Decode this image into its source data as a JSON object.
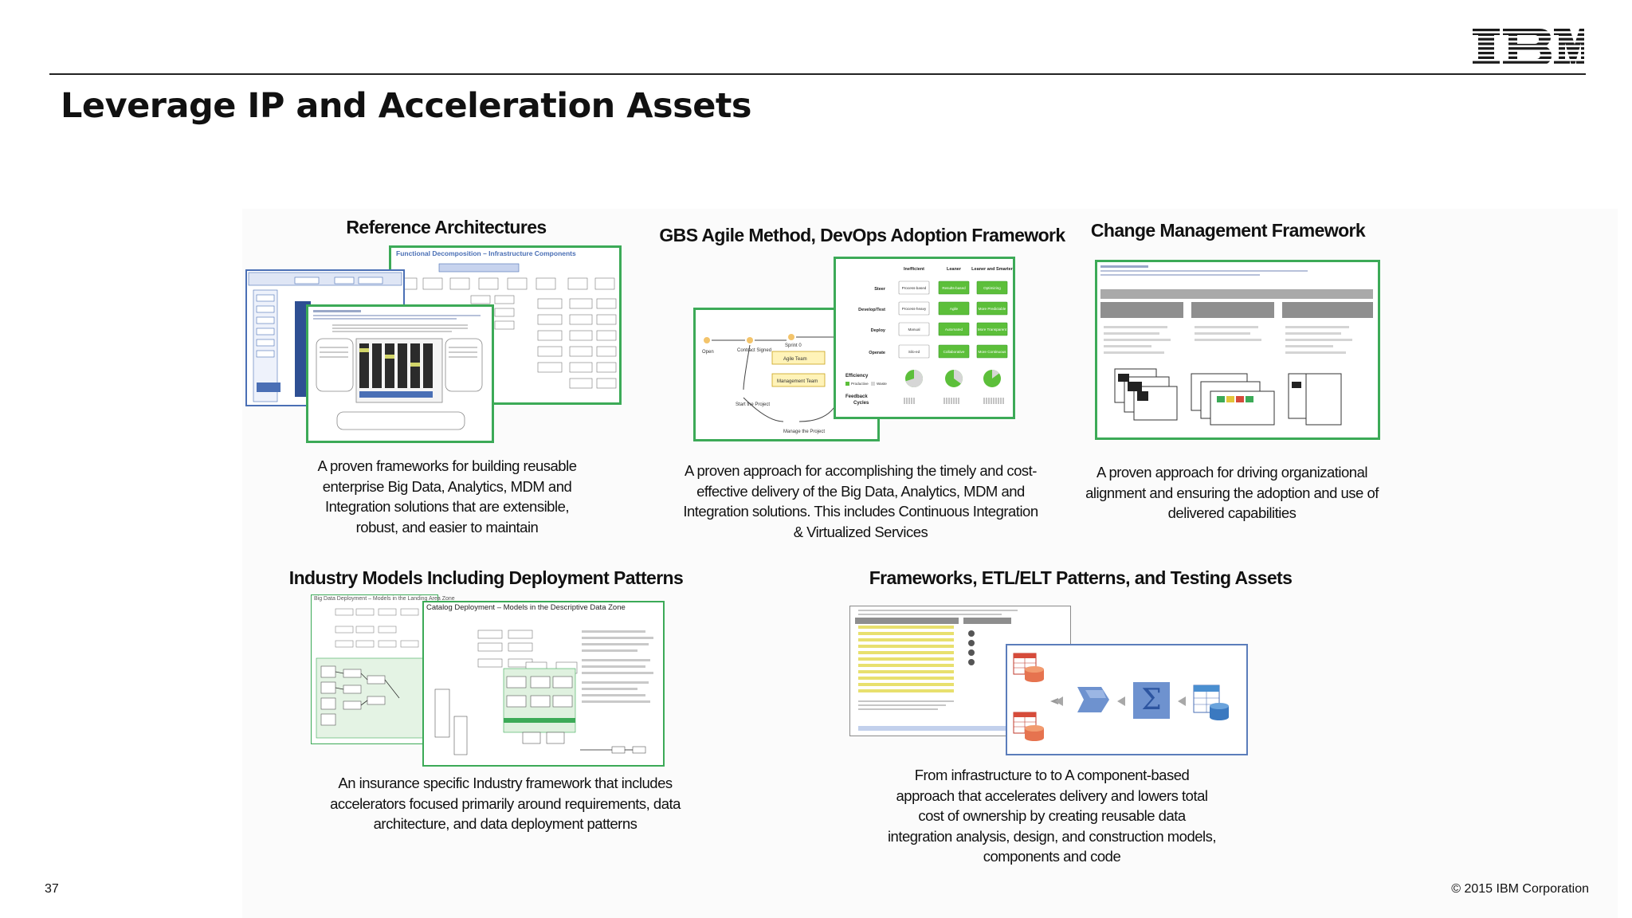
{
  "header": {
    "title": "Leverage IP and Acceleration Assets",
    "logo_text": "IBM"
  },
  "sections": {
    "reference": {
      "title": "Reference Architectures",
      "thumb_heading": "Functional Decomposition – Infrastructure Components",
      "desc": [
        "A proven frameworks for building reusable",
        "enterprise Big Data, Analytics, MDM and",
        "Integration solutions that are extensible,",
        "robust, and easier to maintain"
      ]
    },
    "agile": {
      "title": "GBS Agile Method, DevOps Adoption Framework",
      "desc": [
        "A proven approach for accomplishing the timely and cost-",
        "effective delivery of the Big Data, Analytics, MDM and",
        "Integration solutions.  This includes Continuous Integration",
        "& Virtualized Services"
      ]
    },
    "change": {
      "title": "Change Management Framework",
      "desc": [
        "A proven approach for driving organizational",
        "alignment and ensuring the adoption and use of",
        "delivered capabilities"
      ]
    },
    "industry": {
      "title": "Industry Models Including  Deployment Patterns",
      "thumb_back": "Big Data Deployment – Models in the Landing Area Zone",
      "thumb_front": "Catalog Deployment – Models in the Descriptive Data Zone",
      "desc": [
        "An insurance specific Industry framework that includes",
        "accelerators focused primarily around requirements, data",
        "architecture, and data  deployment patterns"
      ]
    },
    "frameworks": {
      "title": "Frameworks, ETL/ELT Patterns, and Testing Assets",
      "desc": [
        "From infrastructure to  to A component-based",
        "approach that accelerates delivery and lowers total",
        "cost of ownership by creating reusable data",
        "integration analysis, design, and construction models,",
        "components and code"
      ]
    }
  },
  "agile_matrix": {
    "cols": [
      "Inefficient",
      "Leaner",
      "Leaner and Smarter"
    ],
    "rows": [
      "Steer",
      "Develop/Test",
      "Deploy",
      "Operate"
    ],
    "cells": [
      [
        "Process-based",
        "Results-based",
        "Optimizing"
      ],
      [
        "Process-heavy",
        "Agile",
        "More Predictable"
      ],
      [
        "Manual",
        "Automated",
        "More Transparent"
      ],
      [
        "Silo-ed",
        "Collaborative",
        "More Continuous"
      ]
    ],
    "efficiency": "Efficiency",
    "productive": "Productive",
    "waste": "Waste",
    "feedback": "Feedback Cycles"
  },
  "agile_flow": [
    "Open",
    "Contract Signed",
    "Sprint 0",
    "Agile Team",
    "Management Team",
    "Start the Project",
    "Manage the Project"
  ],
  "footer": {
    "page_number": "37",
    "copyright": "© 2015 IBM Corporation"
  },
  "colors": {
    "green": "#3caa57",
    "blue": "#4a6fb5",
    "bright_green": "#5cbf3a"
  }
}
